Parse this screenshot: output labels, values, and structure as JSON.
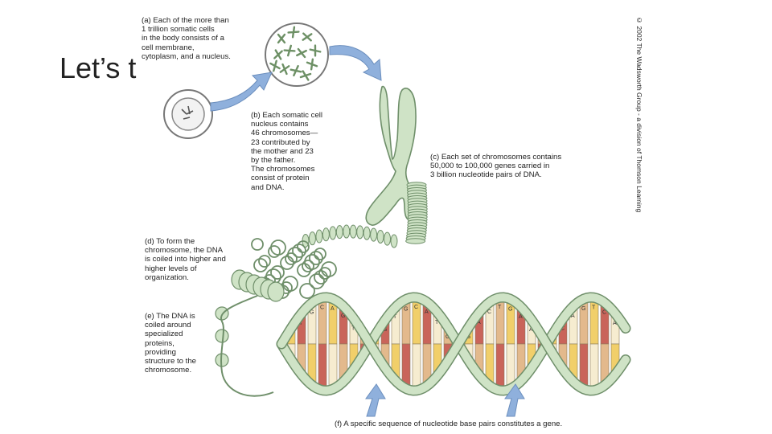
{
  "slide": {
    "title": "Let’s t"
  },
  "figure": {
    "credit": "© 2002 The Wadsworth Group - a division of Thomson Learning",
    "labels": {
      "a": [
        "(a) Each of the more than",
        "1 trillion somatic cells",
        "in the body consists of a",
        "cell membrane,",
        "cytoplasm, and a nucleus."
      ],
      "b": [
        "(b) Each somatic cell",
        "nucleus contains",
        "46 chromosomes—",
        "23 contributed by",
        "the mother and 23",
        "by the father.",
        "The chromosomes",
        "consist of protein",
        "and DNA."
      ],
      "c": [
        "(c) Each set of chromosomes contains",
        "50,000 to 100,000 genes carried in",
        "3 billion nucleotide pairs of DNA."
      ],
      "d": [
        "(d) To form the",
        "chromosome, the DNA",
        "is coiled into higher and",
        "higher levels of",
        "organization."
      ],
      "e": [
        "(e) The DNA is",
        "coiled around",
        "specialized",
        "proteins,",
        "providing",
        "structure to the",
        "chromosome."
      ],
      "f": [
        "(f) A specific sequence of nucleotide base pairs constitutes a gene."
      ]
    },
    "base_letters": [
      "A",
      "T",
      "G",
      "C",
      "A",
      "G",
      "T",
      "C",
      "A",
      "G",
      "T",
      "G",
      "C",
      "A",
      "T",
      "C",
      "G",
      "A",
      "C",
      "T",
      "G",
      "A"
    ],
    "colors": {
      "chromosome_fill": "#cfe3c6",
      "chromosome_stroke": "#6f8f6a",
      "arrow_blue": "#8fb0dc",
      "base_yellow": "#f1cf6a",
      "base_red": "#c9645a",
      "base_cream": "#f6ecd0",
      "base_tan": "#e3b98c"
    }
  }
}
